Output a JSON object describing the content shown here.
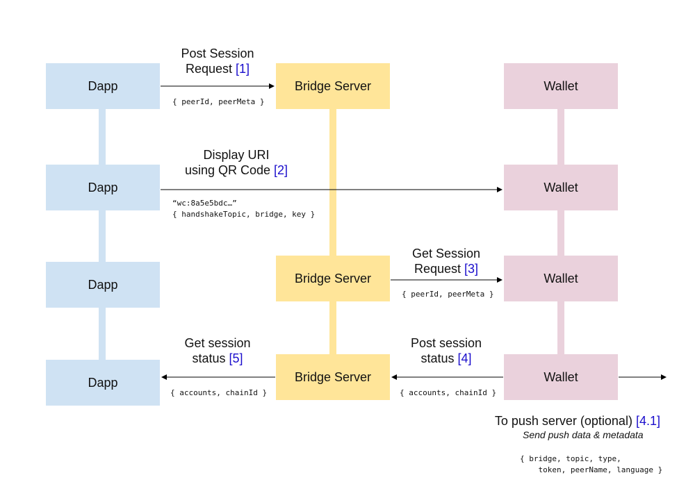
{
  "participants": {
    "dapp": "Dapp",
    "bridge": "Bridge Server",
    "wallet": "Wallet"
  },
  "colors": {
    "dapp": "#cfe2f3",
    "bridge": "#ffe599",
    "wallet": "#ead1dc",
    "link": "#1a0dcc"
  },
  "steps": {
    "s1": {
      "title_line1": "Post Session",
      "title_line2": "Request",
      "ref": "[1]",
      "payload": "{ peerId, peerMeta }"
    },
    "s2": {
      "title_line1": "Display URI",
      "title_line2": "using QR Code",
      "ref": "[2]",
      "payload_line1": "“wc:8a5e5bdc…”",
      "payload_line2": "{ handshakeTopic, bridge, key }"
    },
    "s3": {
      "title_line1": "Get Session",
      "title_line2": "Request",
      "ref": "[3]",
      "payload": "{ peerId, peerMeta }"
    },
    "s4": {
      "title_line1": "Post session",
      "title_line2": "status",
      "ref": "[4]",
      "payload": "{ accounts, chainId }"
    },
    "s5": {
      "title_line1": "Get session",
      "title_line2": "status",
      "ref": "[5]",
      "payload": "{ accounts, chainId }"
    },
    "s41": {
      "title": "To push server (optional)",
      "ref": "[4.1]",
      "subtitle": "Send push data & metadata",
      "payload_line1": "{ bridge, topic, type,",
      "payload_line2": "    token, peerName, language }"
    }
  }
}
